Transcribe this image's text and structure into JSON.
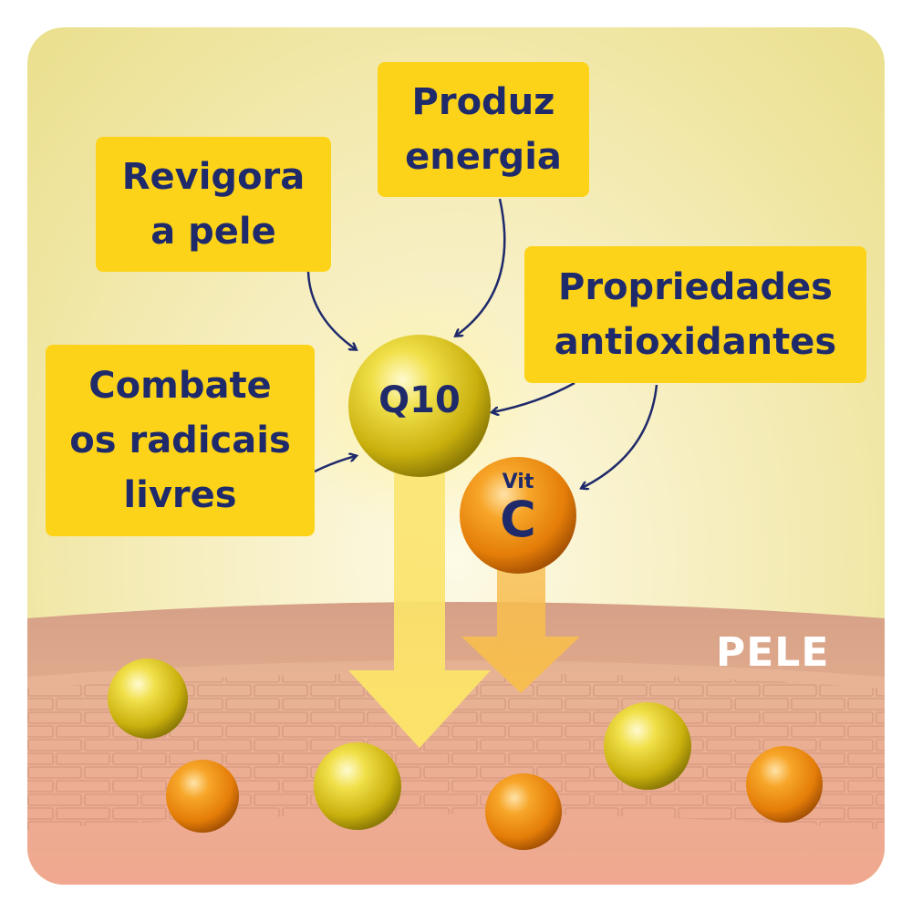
{
  "labels": {
    "revigora": [
      "Revigora",
      "a pele"
    ],
    "produz": [
      "Produz",
      "energia"
    ],
    "propriedades": [
      "Propriedades",
      "antioxidantes"
    ],
    "combate": [
      "Combate",
      "os radicais",
      "livres"
    ]
  },
  "molecules": {
    "q10": "Q10",
    "vit": "Vit",
    "c": "C"
  },
  "skin_label": "PELE",
  "colors": {
    "box": "#fdd31a",
    "text_navy": "#1f2a6b",
    "q10_gold": "#d8c21a",
    "vitc_orange": "#f19a14",
    "skin": "#e6b190",
    "arrow_yellow": "#fbe36a",
    "arrow_orange": "#f7bd4f"
  }
}
